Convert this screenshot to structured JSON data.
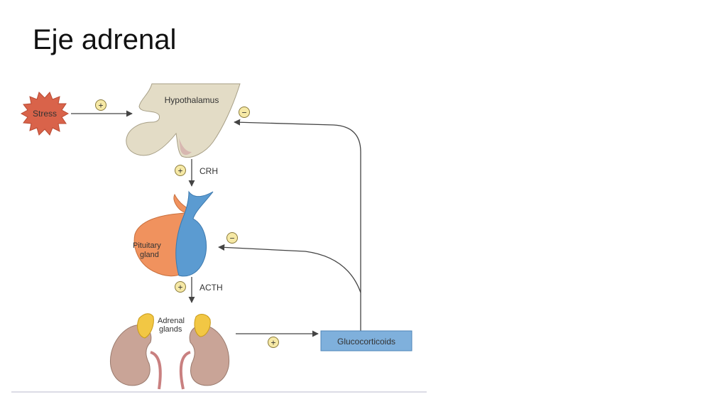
{
  "slide": {
    "title": "Eje adrenal"
  },
  "diagram": {
    "stress": "Stress",
    "hypothalamus": "Hypothalamus",
    "crh": "CRH",
    "pituitary_line1": "Pituitary",
    "pituitary_line2": "gland",
    "acth": "ACTH",
    "adrenal_line1": "Adrenal",
    "adrenal_line2": "glands",
    "glucocorticoids": "Glucocorticoids",
    "plus": "+",
    "minus": "−"
  },
  "colors": {
    "stress_fill": "#d9634a",
    "hypothalamus_fill": "#e3dcc6",
    "pituitary_anterior": "#f0925e",
    "pituitary_posterior": "#5b9bd1",
    "adrenal_fill": "#f2c744",
    "kidney_fill": "#c9a497",
    "box_fill": "#7fb0dc",
    "sign_fill": "#f6e9a6",
    "arrow": "#444444"
  }
}
